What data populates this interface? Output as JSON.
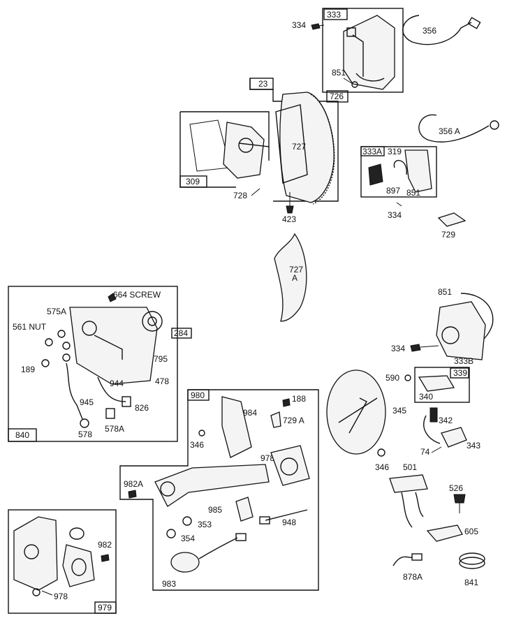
{
  "labels": {
    "l334a": "334",
    "l333": "333",
    "l356": "356",
    "l851a": "851",
    "l23": "23",
    "l726": "726",
    "l727": "727",
    "l309": "309",
    "l728": "728",
    "l423": "423",
    "l356A": "356 A",
    "l333A": "333A",
    "l319": "319",
    "l897": "897",
    "l851b": "851",
    "l334b": "334",
    "l729": "729",
    "l727A_1": "727",
    "l727A_2": "A",
    "l664": "664 SCREW",
    "l575A": "575A",
    "l561": "561 NUT",
    "l284": "284",
    "l189": "189",
    "l795": "795",
    "l478": "478",
    "l944": "944",
    "l945": "945",
    "l826": "826",
    "l578A": "578A",
    "l578": "578",
    "l840": "840",
    "l851c": "851",
    "l334c": "334",
    "l333B": "333B",
    "l590": "590",
    "l339": "339",
    "l340": "340",
    "l345": "345",
    "l342": "342",
    "l74": "74",
    "l343": "343",
    "l346b": "346",
    "l501": "501",
    "l526": "526",
    "l605": "605",
    "l878A": "878A",
    "l841": "841",
    "l980": "980",
    "l984": "984",
    "l188": "188",
    "l729A": "729 A",
    "l346a": "346",
    "l978a": "978",
    "l982A": "982A",
    "l985": "985",
    "l353": "353",
    "l354": "354",
    "l948": "948",
    "l983": "983",
    "l982": "982",
    "l978b": "978",
    "l979": "979"
  }
}
